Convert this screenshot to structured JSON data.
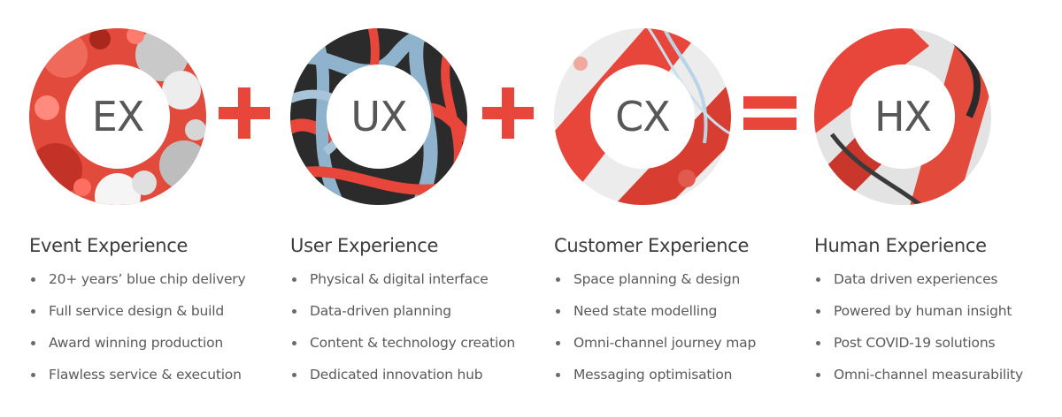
{
  "colors": {
    "accent": "#e8463a",
    "heading": "#3d3d3d",
    "text": "#5a5a5a",
    "circle_blue": "#8fb3cc",
    "circle_dark": "#2a2a2a"
  },
  "operators": {
    "plus": "+",
    "equals": "="
  },
  "pillars": [
    {
      "abbr": "EX",
      "title": "Event Experience",
      "items": [
        "20+ years’ blue chip delivery",
        "Full service design & build",
        "Award winning production",
        "Flawless service & execution"
      ]
    },
    {
      "abbr": "UX",
      "title": "User Experience",
      "items": [
        "Physical & digital interface",
        "Data-driven planning",
        "Content & technology creation",
        "Dedicated innovation hub"
      ]
    },
    {
      "abbr": "CX",
      "title": "Customer Experience",
      "items": [
        "Space planning & design",
        "Need state modelling",
        "Omni-channel journey map",
        "Messaging optimisation"
      ]
    },
    {
      "abbr": "HX",
      "title": "Human Experience",
      "items": [
        "Data driven experiences",
        "Powered by human insight",
        "Post COVID-19 solutions",
        "Omni-channel measurability"
      ]
    }
  ]
}
